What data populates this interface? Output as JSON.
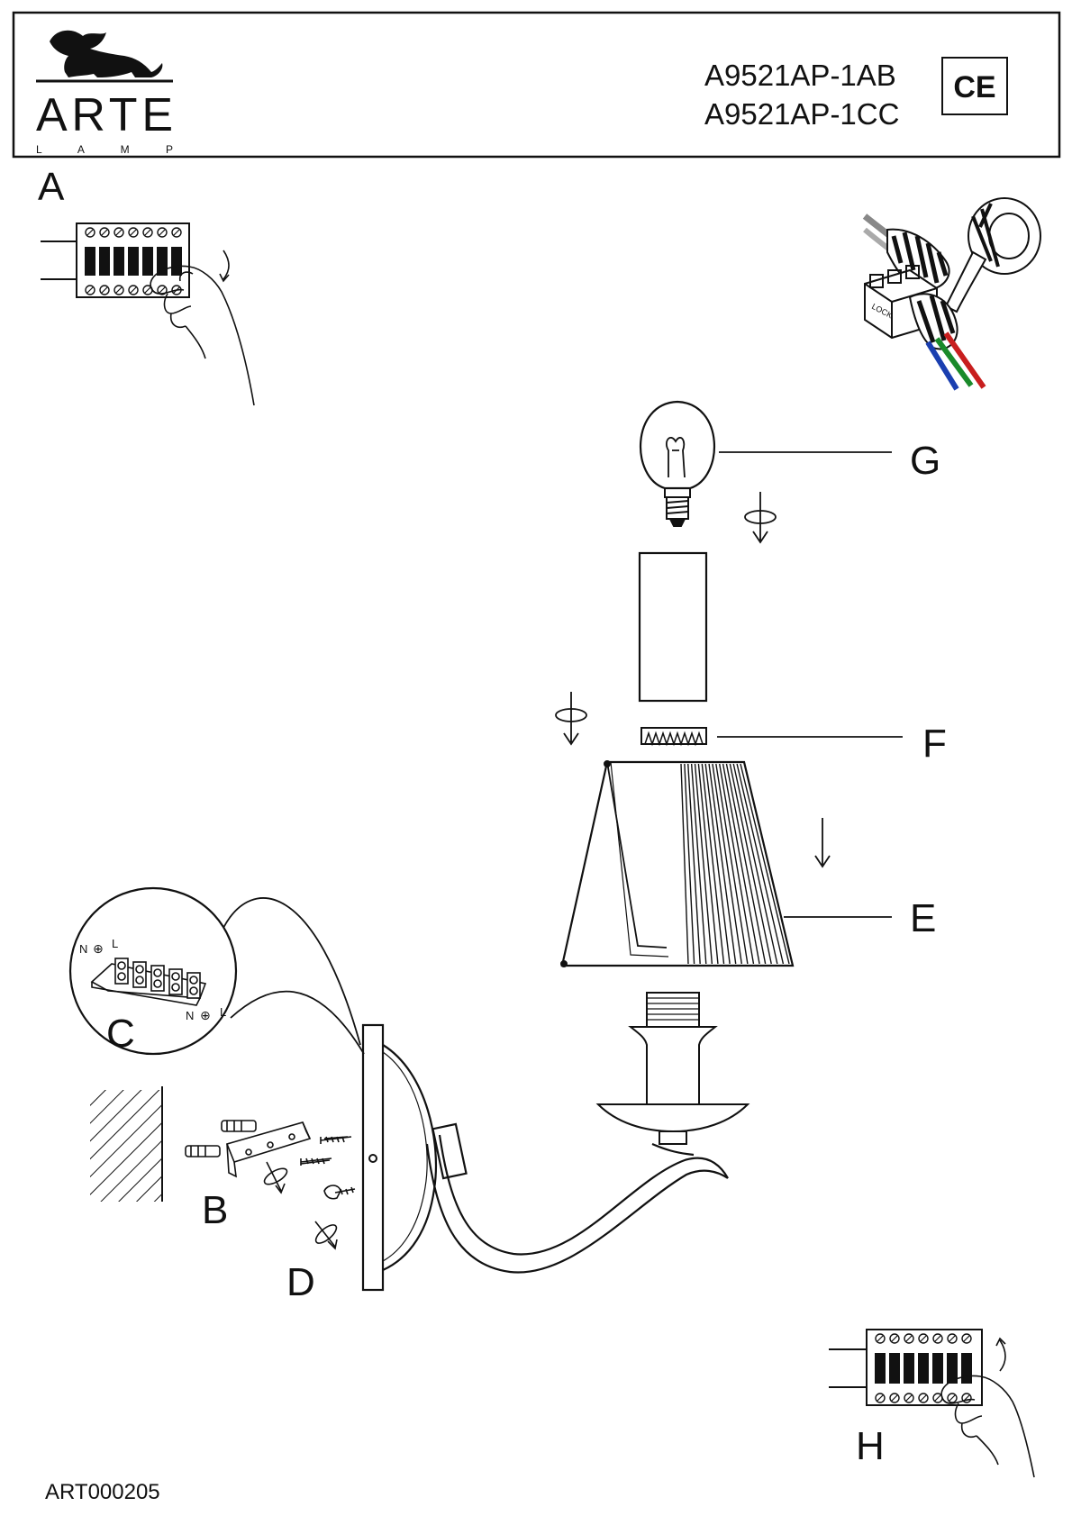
{
  "header": {
    "brand_name": "ARTE",
    "brand_sub": "L A M P",
    "models": [
      "A9521AP-1AB",
      "A9521AP-1CC"
    ],
    "certification": "CE"
  },
  "labels": {
    "A": "A",
    "B": "B",
    "C": "C",
    "D": "D",
    "E": "E",
    "F": "F",
    "G": "G",
    "H": "H"
  },
  "terminal_marks": {
    "n": "N",
    "earth": "⊕",
    "l": "L"
  },
  "connector_marks": "LOCK",
  "wire_colors": [
    "#1a3fb0",
    "#1a8a2a",
    "#c81e1e"
  ],
  "footer": {
    "code": "ART000205"
  }
}
